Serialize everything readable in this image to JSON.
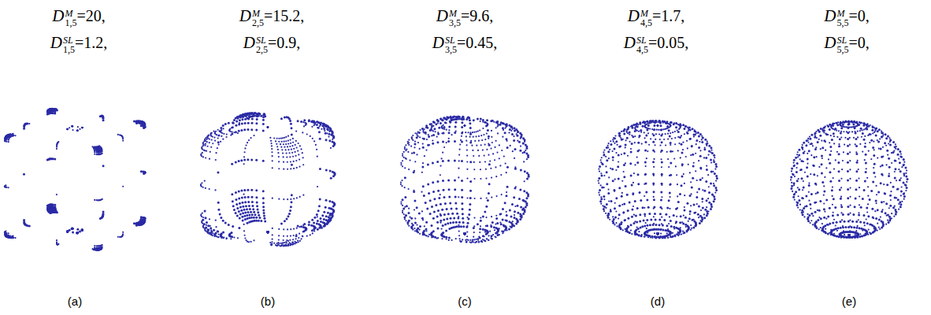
{
  "diagram": {
    "labels": [
      "D",
      "M",
      "1,5",
      "=20,",
      "D",
      "M",
      "2,5",
      "=15.2,",
      "D",
      "M",
      "3,5",
      "=9.6,",
      "D",
      "M",
      "4,5",
      "=1.7,",
      "D",
      "M",
      "5,5",
      "=0,",
      "D",
      "SL",
      "1,5",
      "=1.2,",
      "D",
      "SL",
      "2,5",
      "=0.9,",
      "D",
      "SL",
      "3,5",
      "=0.45,",
      "D",
      "SL",
      "4,5",
      "=0.05,",
      "D",
      "SL",
      "5,5",
      "=0,",
      "(a)",
      "(b)",
      "(c)",
      "(d)",
      "(e)"
    ]
  }
}
